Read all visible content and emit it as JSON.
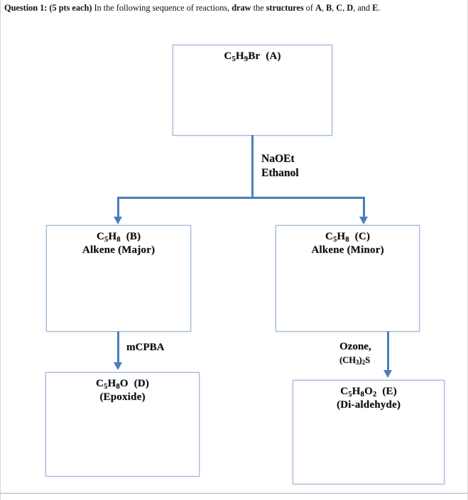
{
  "header": {
    "prefix_bold": "Question 1: (5 pts each)",
    "mid_1": " In the following sequence of reactions, ",
    "bold_1": "draw",
    "mid_2": " the ",
    "bold_2": "structures",
    "mid_3": " of ",
    "bold_3": "A",
    "mid_4": ", ",
    "bold_4": "B",
    "mid_5": ", ",
    "bold_5": "C",
    "mid_6": ", ",
    "bold_6": "D",
    "mid_7": ", and ",
    "bold_7": "E",
    "mid_8": "."
  },
  "diagram": {
    "type": "reaction-flowchart",
    "accent_color": "#4a7ebb",
    "box_border_color": "#9bb7d4",
    "boxes": [
      {
        "id": "A",
        "line1_formula": "C5H9Br",
        "line1_label": "(A)",
        "line2": ""
      },
      {
        "id": "B",
        "line1_formula": "C5H8",
        "line1_label": "(B)",
        "line2": "Alkene (Major)"
      },
      {
        "id": "C",
        "line1_formula": "C5H8",
        "line1_label": "(C)",
        "line2": "Alkene (Minor)"
      },
      {
        "id": "D",
        "line1_formula": "C5H8O",
        "line1_label": "(D)",
        "line2": "(Epoxide)"
      },
      {
        "id": "E",
        "line1_formula": "C5H8O2",
        "line1_label": "(E)",
        "line2": "(Di-aldehyde)"
      }
    ],
    "reagents": {
      "a_to_bc_line1": "NaOEt",
      "a_to_bc_line2": "Ethanol",
      "b_to_d": "mCPBA",
      "c_to_e_line1": "Ozone,",
      "c_to_e_line2": "(CH3)2S"
    }
  }
}
